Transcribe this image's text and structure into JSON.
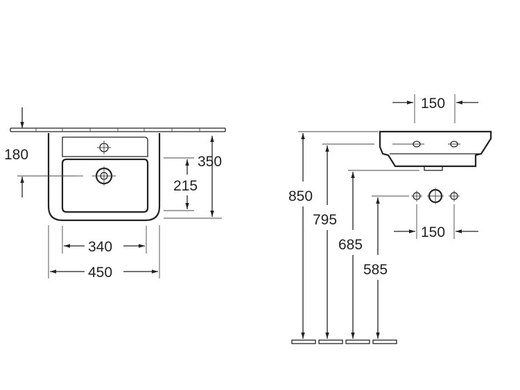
{
  "front_view": {
    "dimensions": {
      "height_front": "180",
      "overall_depth": "350",
      "bowl_depth": "215",
      "bowl_width": "340",
      "overall_width": "450"
    }
  },
  "side_view": {
    "dimensions": {
      "tap_spacing_top": "150",
      "height_850": "850",
      "height_795": "795",
      "height_685": "685",
      "height_585": "585",
      "tap_spacing_bottom": "150"
    }
  },
  "colors": {
    "line": "#222222",
    "background": "#ffffff"
  }
}
